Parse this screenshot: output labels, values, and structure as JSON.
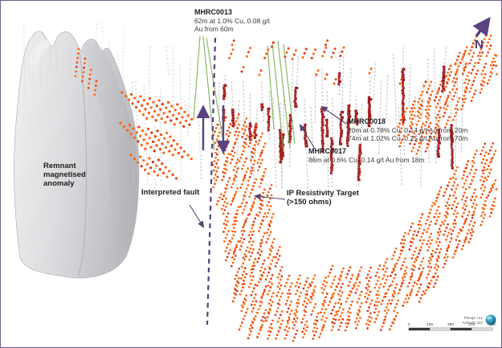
{
  "labels": {
    "remnant_anomaly": "Remnant magnetised anomaly",
    "interpreted_fault": "Interpreted fault",
    "ip_target": "IP Resistivity Target (>150 ohms)",
    "north": "N"
  },
  "annotations": [
    {
      "hole_id": "MHRC0013",
      "results": [
        "62m at 1.0% Cu, 0.08 g/t Au from 60m"
      ]
    },
    {
      "hole_id": "MHRC0018",
      "results": [
        "20m at 0.78% Cu, 0.14 g/t Au from 20m",
        "74m at 1.02% Cu, 0.25 g/t Au from 70m"
      ]
    },
    {
      "hole_id": "MHRC0017",
      "results": [
        "86m at 0.6% Cu, 0.14 g/t Au from 18m"
      ]
    }
  ],
  "scale_bar": {
    "ticks": [
      "0",
      "125",
      "250",
      "375",
      "500"
    ]
  },
  "view_info": {
    "plunge": "Plunge +21",
    "azimuth": "Azimuth 343"
  },
  "colors": {
    "purple": "#5a4383",
    "purple_dark": "#4c3876",
    "orange": "#ff660d",
    "orange_mid": "#f2470e",
    "orange_dark": "#d93411",
    "red_intercept": "#9e1a1a",
    "green_trace": "#7cb157",
    "grey_trace": "#c5c5c8",
    "text_dark": "#1d1d1d"
  }
}
